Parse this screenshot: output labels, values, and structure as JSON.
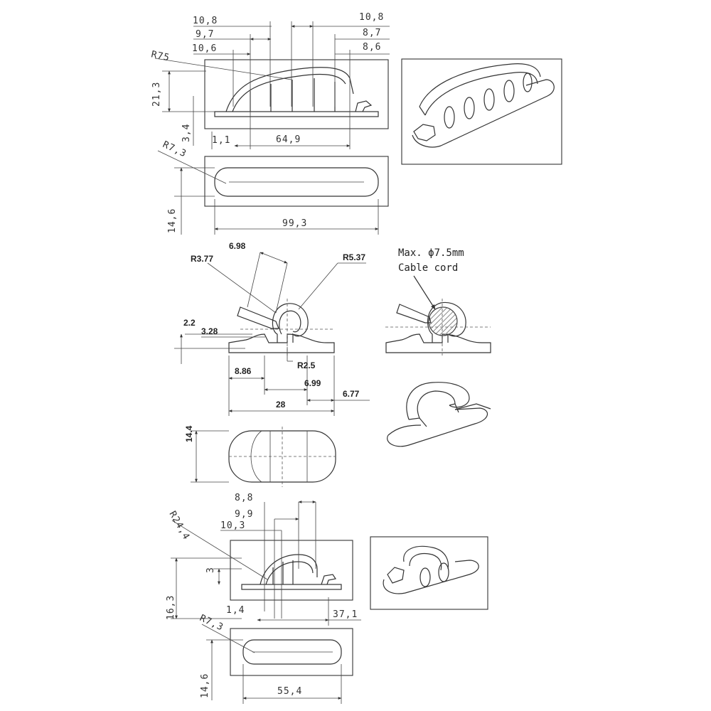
{
  "top_clip": {
    "dims": {
      "d1": "10,8",
      "d2": "9,7",
      "d3": "10,6",
      "d4": "10,8",
      "d5": "8,7",
      "d6": "8,6",
      "radius": "R75",
      "height": "21,3",
      "base_h": "3,4",
      "gap": "1,1",
      "span": "64,9",
      "end_radius": "R7,3",
      "width": "14,6",
      "length": "99,3"
    }
  },
  "single_clip": {
    "dims": {
      "r_a": "R3.77",
      "slot": "6.98",
      "r_b": "R5.37",
      "d_a": "2.2",
      "d_b": "3.28",
      "d_c": "8.86",
      "r_c": "R2.5",
      "d_d": "6.99",
      "d_e": "6.77",
      "length": "28",
      "width": "14.4"
    },
    "note_line1": "Max. ϕ7.5mm",
    "note_line2": "Cable cord"
  },
  "small_clip": {
    "dims": {
      "d1": "8,8",
      "d2": "9,9",
      "d3": "10,3",
      "radius": "R24,4",
      "base_h": "3",
      "height": "16,3",
      "gap": "1,4",
      "span": "37,1",
      "end_radius": "R7,3",
      "width": "14,6",
      "length": "55,4"
    }
  }
}
